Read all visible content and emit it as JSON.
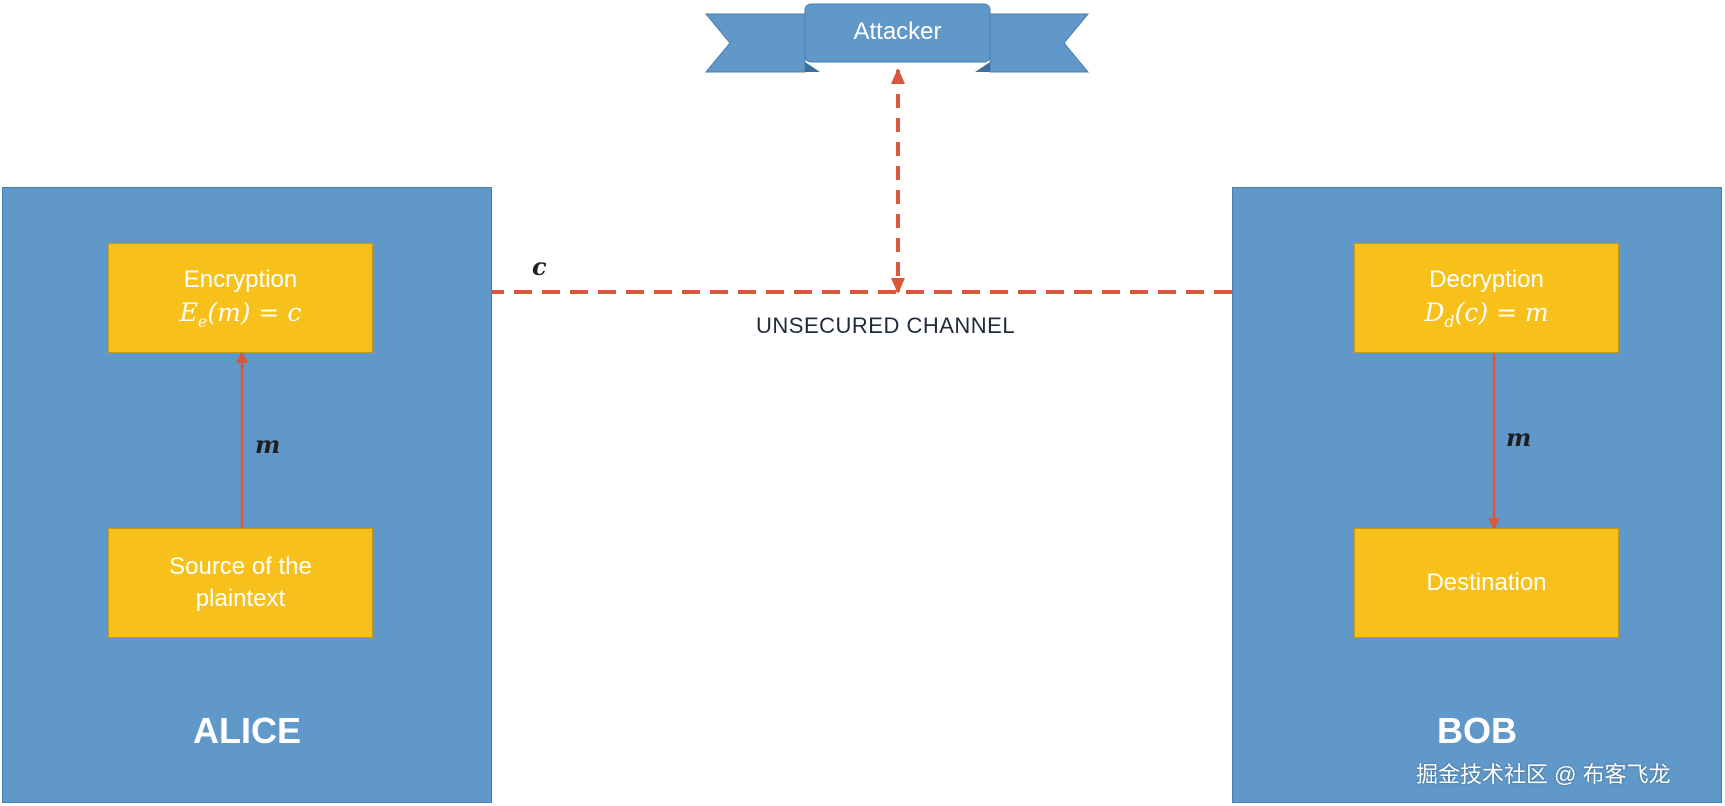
{
  "alice": {
    "title": "ALICE"
  },
  "bob": {
    "title": "BOB"
  },
  "attacker": {
    "label": "Attacker"
  },
  "channel": {
    "label": "UNSECURED CHANNEL",
    "cipher_label": "c"
  },
  "encryption": {
    "title": "Encryption",
    "formula_fn": "E",
    "formula_sub": "e",
    "formula_rest": "(m) = c"
  },
  "decryption": {
    "title": "Decryption",
    "formula_fn": "D",
    "formula_sub": "d",
    "formula_rest": "(c) = m"
  },
  "source": {
    "line1": "Source of the",
    "line2": "plaintext"
  },
  "destination": {
    "label": "Destination"
  },
  "alice_message_label": "m",
  "bob_message_label": "m",
  "watermark": "掘金技术社区 @ 布客飞龙",
  "colors": {
    "panel": "#5f98c9",
    "box": "#f8c01a",
    "arrow": "#d9573b",
    "ribbon": "#5f98c9"
  }
}
